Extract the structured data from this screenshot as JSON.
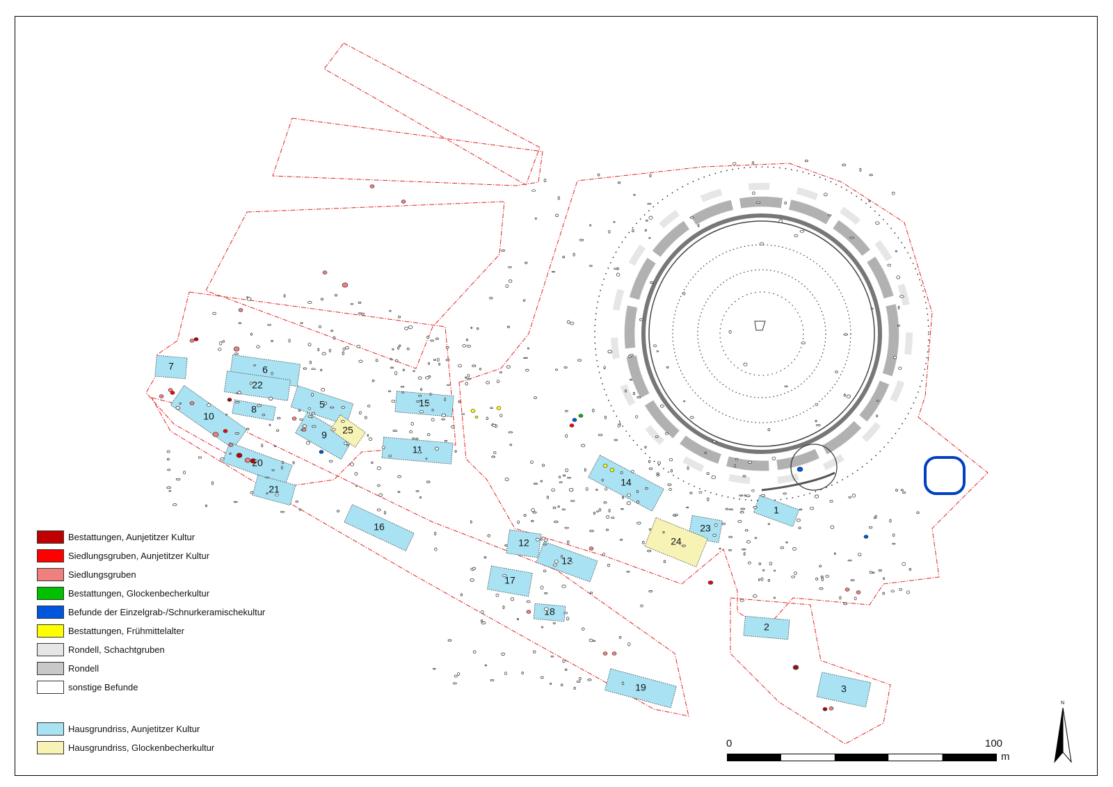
{
  "colors": {
    "outline": "#e02020",
    "house_aunjetitz": "#a9e2f3",
    "house_glocken": "#f7f3b4",
    "rondell": "#c8c8c8",
    "rondell_pits": "#e6e6e6",
    "burial_aunjetitz": "#c00000",
    "settlement_aunjetitz": "#ff0000",
    "settlement": "#f08080",
    "burial_glocken": "#00c000",
    "corded_ware": "#0055dd",
    "burial_early_medieval": "#ffff00",
    "other": "#ffffff"
  },
  "legend": {
    "items": [
      {
        "label": "Bestattungen, Aunjetitzer Kultur",
        "color": "#c00000"
      },
      {
        "label": "Siedlungsgruben, Aunjetitzer Kultur",
        "color": "#ff0000"
      },
      {
        "label": "Siedlungsgruben",
        "color": "#f08080"
      },
      {
        "label": "Bestattungen, Glockenbecherkultur",
        "color": "#00c000"
      },
      {
        "label": "Befunde der Einzelgrab-/Schnurkeramischekultur",
        "color": "#0055dd"
      },
      {
        "label": "Bestattungen, Frühmittelalter",
        "color": "#ffff00"
      },
      {
        "label": "Rondell, Schachtgruben",
        "color": "#e6e6e6"
      },
      {
        "label": "Rondell",
        "color": "#c8c8c8"
      },
      {
        "label": "sonstige Befunde",
        "color": "#ffffff"
      }
    ],
    "houses": [
      {
        "label": "Hausgrundriss, Aunjetitzer Kultur",
        "color": "#a9e2f3"
      },
      {
        "label": "Hausgrundriss, Glockenbecherkultur",
        "color": "#f7f3b4"
      }
    ]
  },
  "scalebar": {
    "start_label": "0",
    "end_label": "100",
    "unit": "m"
  },
  "north_arrow": {
    "label": "N"
  },
  "houses": [
    {
      "number": "1",
      "type": "aunjetitz"
    },
    {
      "number": "2",
      "type": "aunjetitz"
    },
    {
      "number": "3",
      "type": "aunjetitz"
    },
    {
      "number": "5",
      "type": "aunjetitz"
    },
    {
      "number": "6",
      "type": "aunjetitz"
    },
    {
      "number": "7",
      "type": "aunjetitz"
    },
    {
      "number": "8",
      "type": "aunjetitz"
    },
    {
      "number": "9",
      "type": "aunjetitz"
    },
    {
      "number": "10",
      "type": "aunjetitz"
    },
    {
      "number": "11",
      "type": "aunjetitz"
    },
    {
      "number": "12",
      "type": "aunjetitz"
    },
    {
      "number": "13",
      "type": "aunjetitz"
    },
    {
      "number": "14",
      "type": "aunjetitz"
    },
    {
      "number": "15",
      "type": "aunjetitz"
    },
    {
      "number": "16",
      "type": "aunjetitz"
    },
    {
      "number": "17",
      "type": "aunjetitz"
    },
    {
      "number": "18",
      "type": "aunjetitz"
    },
    {
      "number": "19",
      "type": "aunjetitz"
    },
    {
      "number": "20",
      "type": "aunjetitz"
    },
    {
      "number": "21",
      "type": "aunjetitz"
    },
    {
      "number": "22",
      "type": "aunjetitz"
    },
    {
      "number": "23",
      "type": "aunjetitz"
    },
    {
      "number": "24",
      "type": "glocken"
    },
    {
      "number": "25",
      "type": "glocken"
    }
  ]
}
